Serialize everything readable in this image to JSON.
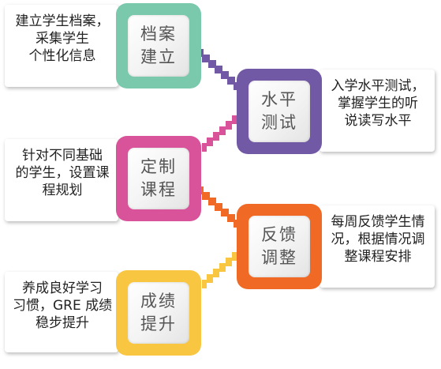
{
  "colors": {
    "teal": "#7ac9ad",
    "purple": "#7259a6",
    "pink": "#d8539a",
    "orange": "#f06a25",
    "yellow": "#f8c640"
  },
  "steps": [
    {
      "line1": "档案",
      "line2": "建立",
      "color": "#7ac9ad"
    },
    {
      "line1": "水平",
      "line2": "测试",
      "color": "#7259a6"
    },
    {
      "line1": "定制",
      "line2": "课程",
      "color": "#d8539a"
    },
    {
      "line1": "反馈",
      "line2": "调整",
      "color": "#f06a25"
    },
    {
      "line1": "成绩",
      "line2": "提升",
      "color": "#f8c640"
    }
  ],
  "notes": [
    {
      "lines": [
        "建立学生档案，",
        "采集学生",
        "个性化信息"
      ]
    },
    {
      "lines": [
        "入学水平测试，",
        "掌握学生的听",
        "说读写水平"
      ]
    },
    {
      "lines": [
        "针对不同基础",
        "的学生，设置课",
        "程规划"
      ]
    },
    {
      "lines": [
        "每周反馈学生情",
        "况，根据情况调",
        "整课程安排"
      ]
    },
    {
      "lines": [
        "养成良好学习",
        "习惯，GRE 成绩",
        "稳步提升"
      ]
    }
  ]
}
